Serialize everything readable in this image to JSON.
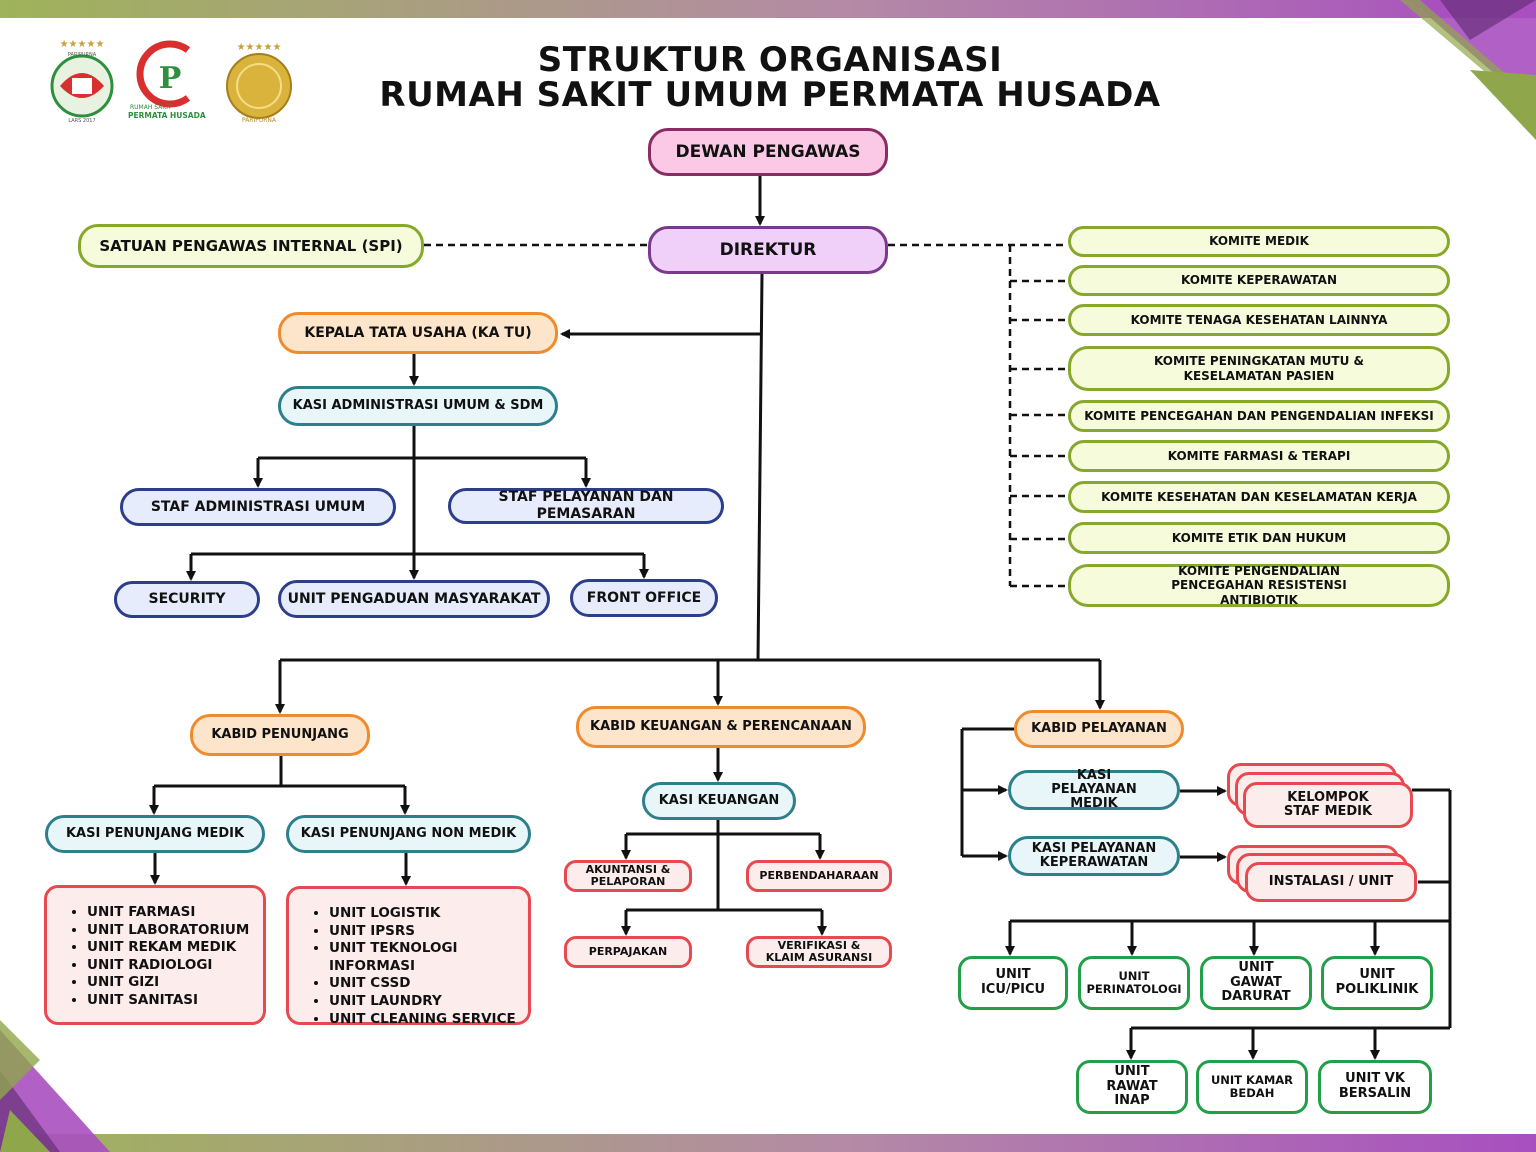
{
  "title": {
    "line1": "STRUKTUR ORGANISASI",
    "line2": "RUMAH SAKIT UMUM PERMATA HUSADA"
  },
  "logos": {
    "left": {
      "top_text": "PARIPURNA",
      "bottom_text": "LARS 2017"
    },
    "center": {
      "line1": "RUMAH SAKIT",
      "line2": "PERMATA HUSADA"
    },
    "right": {
      "bottom_text": "PARIPURNA"
    }
  },
  "colors": {
    "pink": "#fbc9e6",
    "violet": "#f0cff8",
    "lime": "#f6fbdb",
    "orange": "#fde5cc",
    "teal": "#e8f6f9",
    "navy": "#e6ecfb",
    "red": "#fdecec",
    "green_border": "#22a049",
    "bar_start": "#9fb35a",
    "bar_end": "#a84fc0"
  },
  "top": {
    "dewan": "DEWAN PENGAWAS",
    "direktur": "DIREKTUR",
    "spi": "SATUAN PENGAWAS INTERNAL (SPI)"
  },
  "komite": [
    "KOMITE MEDIK",
    "KOMITE KEPERAWATAN",
    "KOMITE TENAGA KESEHATAN LAINNYA",
    "KOMITE PENINGKATAN MUTU & KESELAMATAN PASIEN",
    "KOMITE PENCEGAHAN DAN PENGENDALIAN INFEKSI",
    "KOMITE FARMASI & TERAPI",
    "KOMITE KESEHATAN DAN KESELAMATAN KERJA",
    "KOMITE ETIK DAN HUKUM",
    "KOMITE PENGENDALIAN PENCEGAHAN RESISTENSI ANTIBIOTIK"
  ],
  "tatausaha": {
    "katu": "KEPALA TATA USAHA (KA TU)",
    "kasi": "KASI ADMINISTRASI UMUM & SDM",
    "staf_admin": "STAF ADMINISTRASI UMUM",
    "staf_pelayanan": "STAF PELAYANAN DAN PEMASARAN",
    "security": "SECURITY",
    "pengaduan": "UNIT PENGADUAN MASYARAKAT",
    "front_office": "FRONT OFFICE"
  },
  "penunjang": {
    "kabid": "KABID PENUNJANG",
    "kasi_medik": "KASI PENUNJANG MEDIK",
    "kasi_non_medik": "KASI PENUNJANG NON MEDIK",
    "units_medik": [
      "UNIT FARMASI",
      "UNIT LABORATORIUM",
      "UNIT REKAM MEDIK",
      "UNIT RADIOLOGI",
      "UNIT GIZI",
      "UNIT SANITASI"
    ],
    "units_non_medik": [
      "UNIT LOGISTIK",
      "UNIT IPSRS",
      "UNIT TEKNOLOGI INFORMASI",
      "UNIT CSSD",
      "UNIT LAUNDRY",
      "UNIT CLEANING SERVICE"
    ]
  },
  "keuangan": {
    "kabid": "KABID KEUANGAN & PERENCANAAN",
    "kasi": "KASI KEUANGAN",
    "akuntansi": "AKUNTANSI & PELAPORAN",
    "perbendaharaan": "PERBENDAHARAAN",
    "perpajakan": "PERPAJAKAN",
    "verifikasi": "VERIFIKASI & KLAIM ASURANSI"
  },
  "pelayanan": {
    "kabid": "KABID PELAYANAN",
    "kasi_medik": "KASI PELAYANAN MEDIK",
    "kasi_keperawatan": "KASI PELAYANAN KEPERAWATAN",
    "kelompok": "KELOMPOK STAF MEDIK",
    "instalasi": "INSTALASI / UNIT",
    "units_row1": [
      "UNIT ICU/PICU",
      "UNIT PERINATOLOGI",
      "UNIT GAWAT DARURAT",
      "UNIT POLIKLINIK"
    ],
    "units_row2": [
      "UNIT RAWAT INAP",
      "UNIT KAMAR BEDAH",
      "UNIT VK BERSALIN"
    ]
  }
}
